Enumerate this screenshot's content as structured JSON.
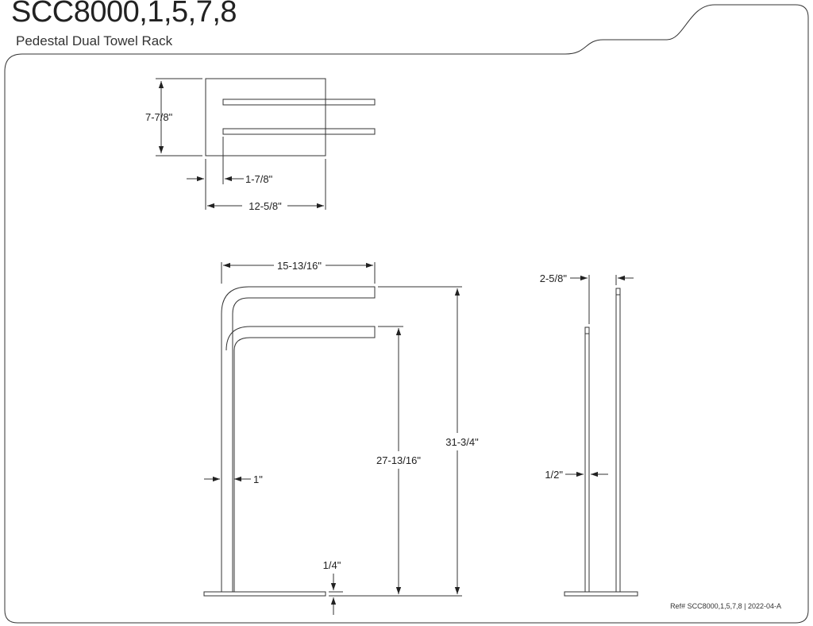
{
  "header": {
    "model": "SCC8000,1,5,7,8",
    "product": "Pedestal Dual Towel Rack"
  },
  "dimensions": {
    "top_depth": "7-7/8\"",
    "top_bar_offset": "1-7/8\"",
    "top_width": "12-5/8\"",
    "front_width": "15-13/16\"",
    "upper_height": "31-3/4\"",
    "lower_height": "27-13/16\"",
    "tube_width": "1\"",
    "base_thickness": "1/4\"",
    "side_depth": "2-5/8\"",
    "side_thickness": "1/2\""
  },
  "footer": {
    "reference": "Ref# SCC8000,1,5,7,8 | 2022-04-A"
  }
}
